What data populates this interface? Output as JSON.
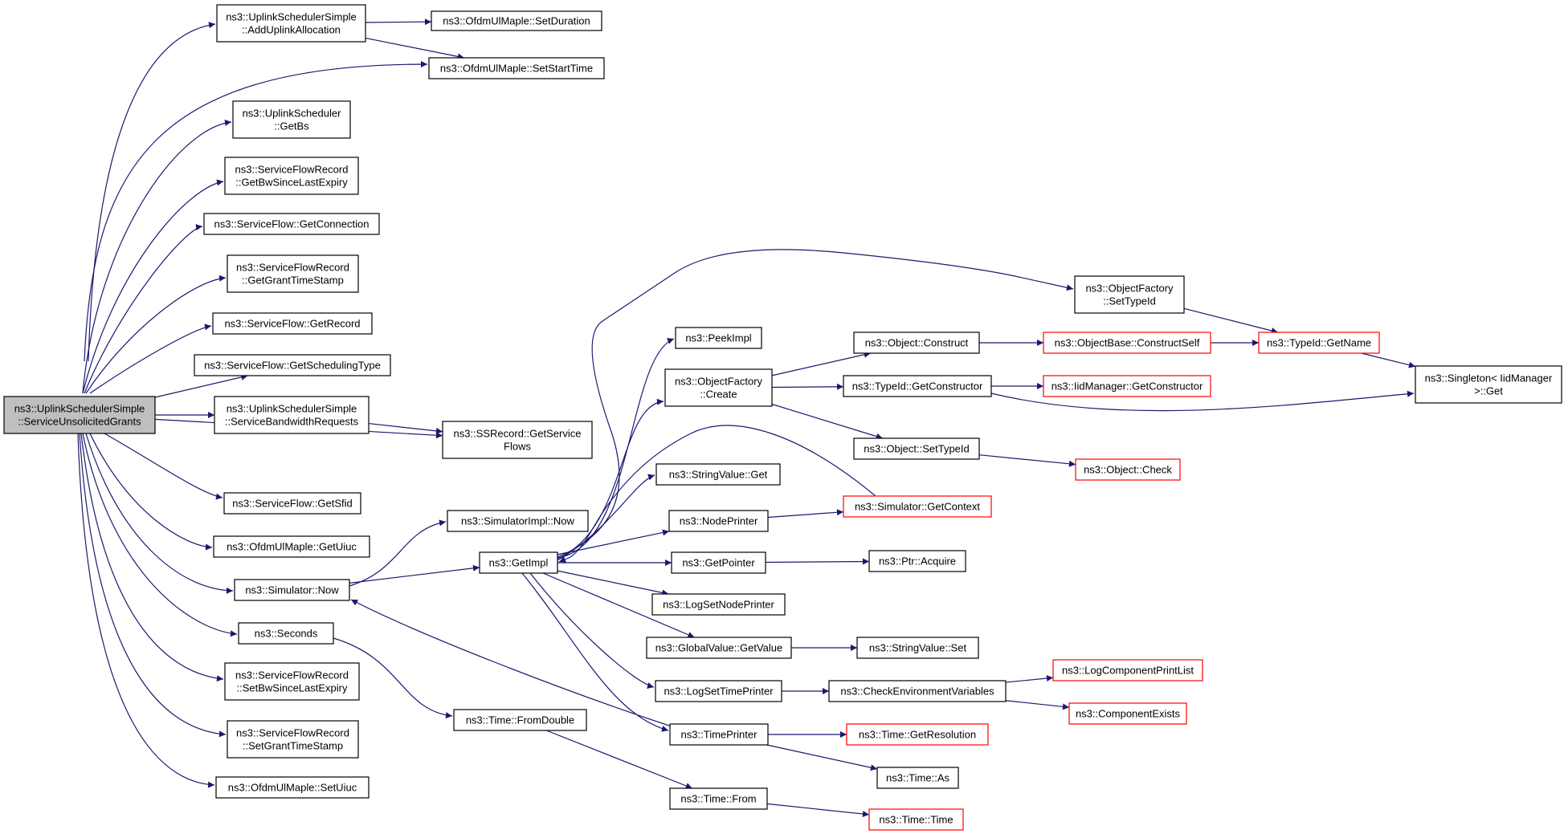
{
  "colors": {
    "edge": "#191970",
    "focus_fill": "#bfbfbf",
    "truncated_border": "#ff0000",
    "border": "#000000"
  },
  "nodes": [
    {
      "id": "n0",
      "lines": [
        "ns3::UplinkSchedulerSimple",
        "::ServiceUnsolicitedGrants"
      ],
      "focus": true
    },
    {
      "id": "n1",
      "lines": [
        "ns3::UplinkSchedulerSimple",
        "::AddUplinkAllocation"
      ]
    },
    {
      "id": "n2",
      "lines": [
        "ns3::OfdmUlMaple::SetDuration"
      ]
    },
    {
      "id": "n3",
      "lines": [
        "ns3::OfdmUlMaple::SetStartTime"
      ]
    },
    {
      "id": "n4",
      "lines": [
        "ns3::UplinkScheduler",
        "::GetBs"
      ]
    },
    {
      "id": "n5",
      "lines": [
        "ns3::ServiceFlowRecord",
        "::GetBwSinceLastExpiry"
      ]
    },
    {
      "id": "n6",
      "lines": [
        "ns3::ServiceFlow::GetConnection"
      ]
    },
    {
      "id": "n7",
      "lines": [
        "ns3::ServiceFlowRecord",
        "::GetGrantTimeStamp"
      ]
    },
    {
      "id": "n8",
      "lines": [
        "ns3::ServiceFlow::GetRecord"
      ]
    },
    {
      "id": "n9",
      "lines": [
        "ns3::ServiceFlow::GetSchedulingType"
      ]
    },
    {
      "id": "n10",
      "lines": [
        "ns3::UplinkSchedulerSimple",
        "::ServiceBandwidthRequests"
      ]
    },
    {
      "id": "n11",
      "lines": [
        "ns3::SSRecord::GetService",
        "Flows"
      ]
    },
    {
      "id": "n12",
      "lines": [
        "ns3::ServiceFlow::GetSfid"
      ]
    },
    {
      "id": "n13",
      "lines": [
        "ns3::OfdmUlMaple::GetUiuc"
      ]
    },
    {
      "id": "n14",
      "lines": [
        "ns3::Simulator::Now"
      ]
    },
    {
      "id": "n15",
      "lines": [
        "ns3::Seconds"
      ]
    },
    {
      "id": "n16",
      "lines": [
        "ns3::ServiceFlowRecord",
        "::SetBwSinceLastExpiry"
      ]
    },
    {
      "id": "n17",
      "lines": [
        "ns3::ServiceFlowRecord",
        "::SetGrantTimeStamp"
      ]
    },
    {
      "id": "n18",
      "lines": [
        "ns3::OfdmUlMaple::SetUiuc"
      ]
    },
    {
      "id": "n19",
      "lines": [
        "ns3::SimulatorImpl::Now"
      ]
    },
    {
      "id": "n20",
      "lines": [
        "ns3::GetImpl"
      ]
    },
    {
      "id": "n21",
      "lines": [
        "ns3::Time::FromDouble"
      ]
    },
    {
      "id": "n22",
      "lines": [
        "ns3::Time::From"
      ]
    },
    {
      "id": "n23",
      "lines": [
        "ns3::Time::Time"
      ],
      "truncated": true
    },
    {
      "id": "n24",
      "lines": [
        "ns3::PeekImpl"
      ]
    },
    {
      "id": "n25",
      "lines": [
        "ns3::ObjectFactory",
        "::Create"
      ]
    },
    {
      "id": "n26",
      "lines": [
        "ns3::StringValue::Get"
      ]
    },
    {
      "id": "n27",
      "lines": [
        "ns3::NodePrinter"
      ]
    },
    {
      "id": "n28",
      "lines": [
        "ns3::GetPointer"
      ]
    },
    {
      "id": "n29",
      "lines": [
        "ns3::LogSetNodePrinter"
      ]
    },
    {
      "id": "n30",
      "lines": [
        "ns3::GlobalValue::GetValue"
      ]
    },
    {
      "id": "n31",
      "lines": [
        "ns3::LogSetTimePrinter"
      ]
    },
    {
      "id": "n32",
      "lines": [
        "ns3::TimePrinter"
      ]
    },
    {
      "id": "n33",
      "lines": [
        "ns3::ObjectFactory",
        "::SetTypeId"
      ]
    },
    {
      "id": "n34",
      "lines": [
        "ns3::Object::Construct"
      ]
    },
    {
      "id": "n35",
      "lines": [
        "ns3::TypeId::GetConstructor"
      ]
    },
    {
      "id": "n36",
      "lines": [
        "ns3::Object::SetTypeId"
      ]
    },
    {
      "id": "n37",
      "lines": [
        "ns3::Simulator::GetContext"
      ],
      "truncated": true
    },
    {
      "id": "n38",
      "lines": [
        "ns3::Ptr::Acquire"
      ]
    },
    {
      "id": "n39",
      "lines": [
        "ns3::StringValue::Set"
      ]
    },
    {
      "id": "n40",
      "lines": [
        "ns3::CheckEnvironmentVariables"
      ]
    },
    {
      "id": "n41",
      "lines": [
        "ns3::Time::GetResolution"
      ],
      "truncated": true
    },
    {
      "id": "n42",
      "lines": [
        "ns3::Time::As"
      ]
    },
    {
      "id": "n43",
      "lines": [
        "ns3::TypeId::GetName"
      ],
      "truncated": true
    },
    {
      "id": "n44",
      "lines": [
        "ns3::ObjectBase::ConstructSelf"
      ],
      "truncated": true
    },
    {
      "id": "n45",
      "lines": [
        "ns3::IidManager::GetConstructor"
      ],
      "truncated": true
    },
    {
      "id": "n46",
      "lines": [
        "ns3::Object::Check"
      ],
      "truncated": true
    },
    {
      "id": "n47",
      "lines": [
        "ns3::LogComponentPrintList"
      ],
      "truncated": true
    },
    {
      "id": "n48",
      "lines": [
        "ns3::ComponentExists"
      ],
      "truncated": true
    },
    {
      "id": "n49",
      "lines": [
        "ns3::Singleton< IidManager",
        ">::Get"
      ]
    }
  ],
  "edges": [
    [
      "n0",
      "n1"
    ],
    [
      "n0",
      "n3"
    ],
    [
      "n0",
      "n4"
    ],
    [
      "n0",
      "n5"
    ],
    [
      "n0",
      "n6"
    ],
    [
      "n0",
      "n7"
    ],
    [
      "n0",
      "n8"
    ],
    [
      "n0",
      "n9"
    ],
    [
      "n0",
      "n10"
    ],
    [
      "n0",
      "n11"
    ],
    [
      "n0",
      "n12"
    ],
    [
      "n0",
      "n13"
    ],
    [
      "n0",
      "n14"
    ],
    [
      "n0",
      "n15"
    ],
    [
      "n0",
      "n16"
    ],
    [
      "n0",
      "n17"
    ],
    [
      "n0",
      "n18"
    ],
    [
      "n1",
      "n2"
    ],
    [
      "n1",
      "n3"
    ],
    [
      "n10",
      "n11"
    ],
    [
      "n14",
      "n19"
    ],
    [
      "n14",
      "n20"
    ],
    [
      "n15",
      "n21"
    ],
    [
      "n21",
      "n22"
    ],
    [
      "n22",
      "n23"
    ],
    [
      "n20",
      "n24"
    ],
    [
      "n20",
      "n25"
    ],
    [
      "n20",
      "n26"
    ],
    [
      "n20",
      "n27"
    ],
    [
      "n20",
      "n28"
    ],
    [
      "n20",
      "n29"
    ],
    [
      "n20",
      "n30"
    ],
    [
      "n20",
      "n31"
    ],
    [
      "n20",
      "n32"
    ],
    [
      "n20",
      "n33"
    ],
    [
      "n27",
      "n37"
    ],
    [
      "n37",
      "n20"
    ],
    [
      "n32",
      "n14"
    ],
    [
      "n25",
      "n34"
    ],
    [
      "n25",
      "n35"
    ],
    [
      "n25",
      "n36"
    ],
    [
      "n28",
      "n38"
    ],
    [
      "n30",
      "n39"
    ],
    [
      "n31",
      "n40"
    ],
    [
      "n32",
      "n41"
    ],
    [
      "n32",
      "n42"
    ],
    [
      "n33",
      "n43"
    ],
    [
      "n34",
      "n44"
    ],
    [
      "n44",
      "n43"
    ],
    [
      "n35",
      "n45"
    ],
    [
      "n35",
      "n49"
    ],
    [
      "n36",
      "n46"
    ],
    [
      "n40",
      "n47"
    ],
    [
      "n40",
      "n48"
    ],
    [
      "n43",
      "n49"
    ]
  ]
}
